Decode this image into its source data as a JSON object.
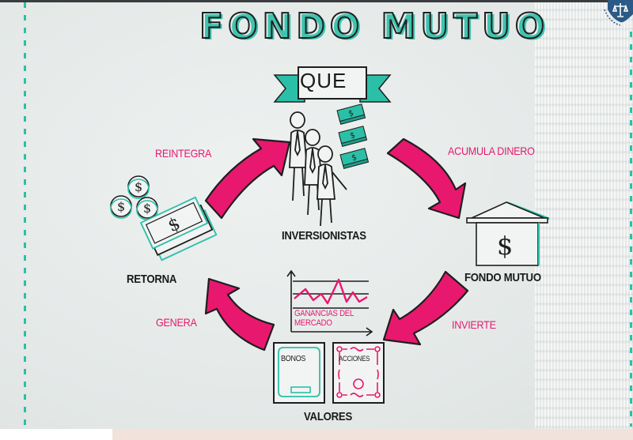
{
  "title": "FONDO MUTUO",
  "banner": {
    "label": "QUE"
  },
  "nodes": {
    "investors": {
      "label": "INVERSIONISTAS",
      "icon": "investors-with-money-icon"
    },
    "fund": {
      "label": "FONDO MUTUO",
      "icon": "bank-building-dollar-icon"
    },
    "securities": {
      "label": "VALORES",
      "items": [
        {
          "label": "BONOS",
          "icon": "bond-certificate-icon"
        },
        {
          "label": "ACCIONES",
          "icon": "stock-certificate-icon"
        }
      ]
    },
    "returns": {
      "label": "RETORNA",
      "icon": "coins-and-bills-icon"
    },
    "market_chart": {
      "label_line1": "GANANCIAS DEL",
      "label_line2": "MERCADO",
      "icon": "market-gains-chart-icon"
    }
  },
  "flows": [
    {
      "id": "acumula",
      "label": "ACUMULA DINERO",
      "from": "INVERSIONISTAS",
      "to": "FONDO MUTUO"
    },
    {
      "id": "invierte",
      "label": "INVIERTE",
      "from": "FONDO MUTUO",
      "to": "VALORES"
    },
    {
      "id": "genera",
      "label": "GENERA",
      "from": "VALORES",
      "to": "RETORNA"
    },
    {
      "id": "reintegra",
      "label": "REINTEGRA",
      "from": "RETORNA",
      "to": "INVERSIONISTAS"
    }
  ],
  "colors": {
    "pink": "#e8186e",
    "teal": "#2cbfa8",
    "ink": "#1e1e1e",
    "paper": "#e9edec",
    "logo": "#2b5a86"
  }
}
